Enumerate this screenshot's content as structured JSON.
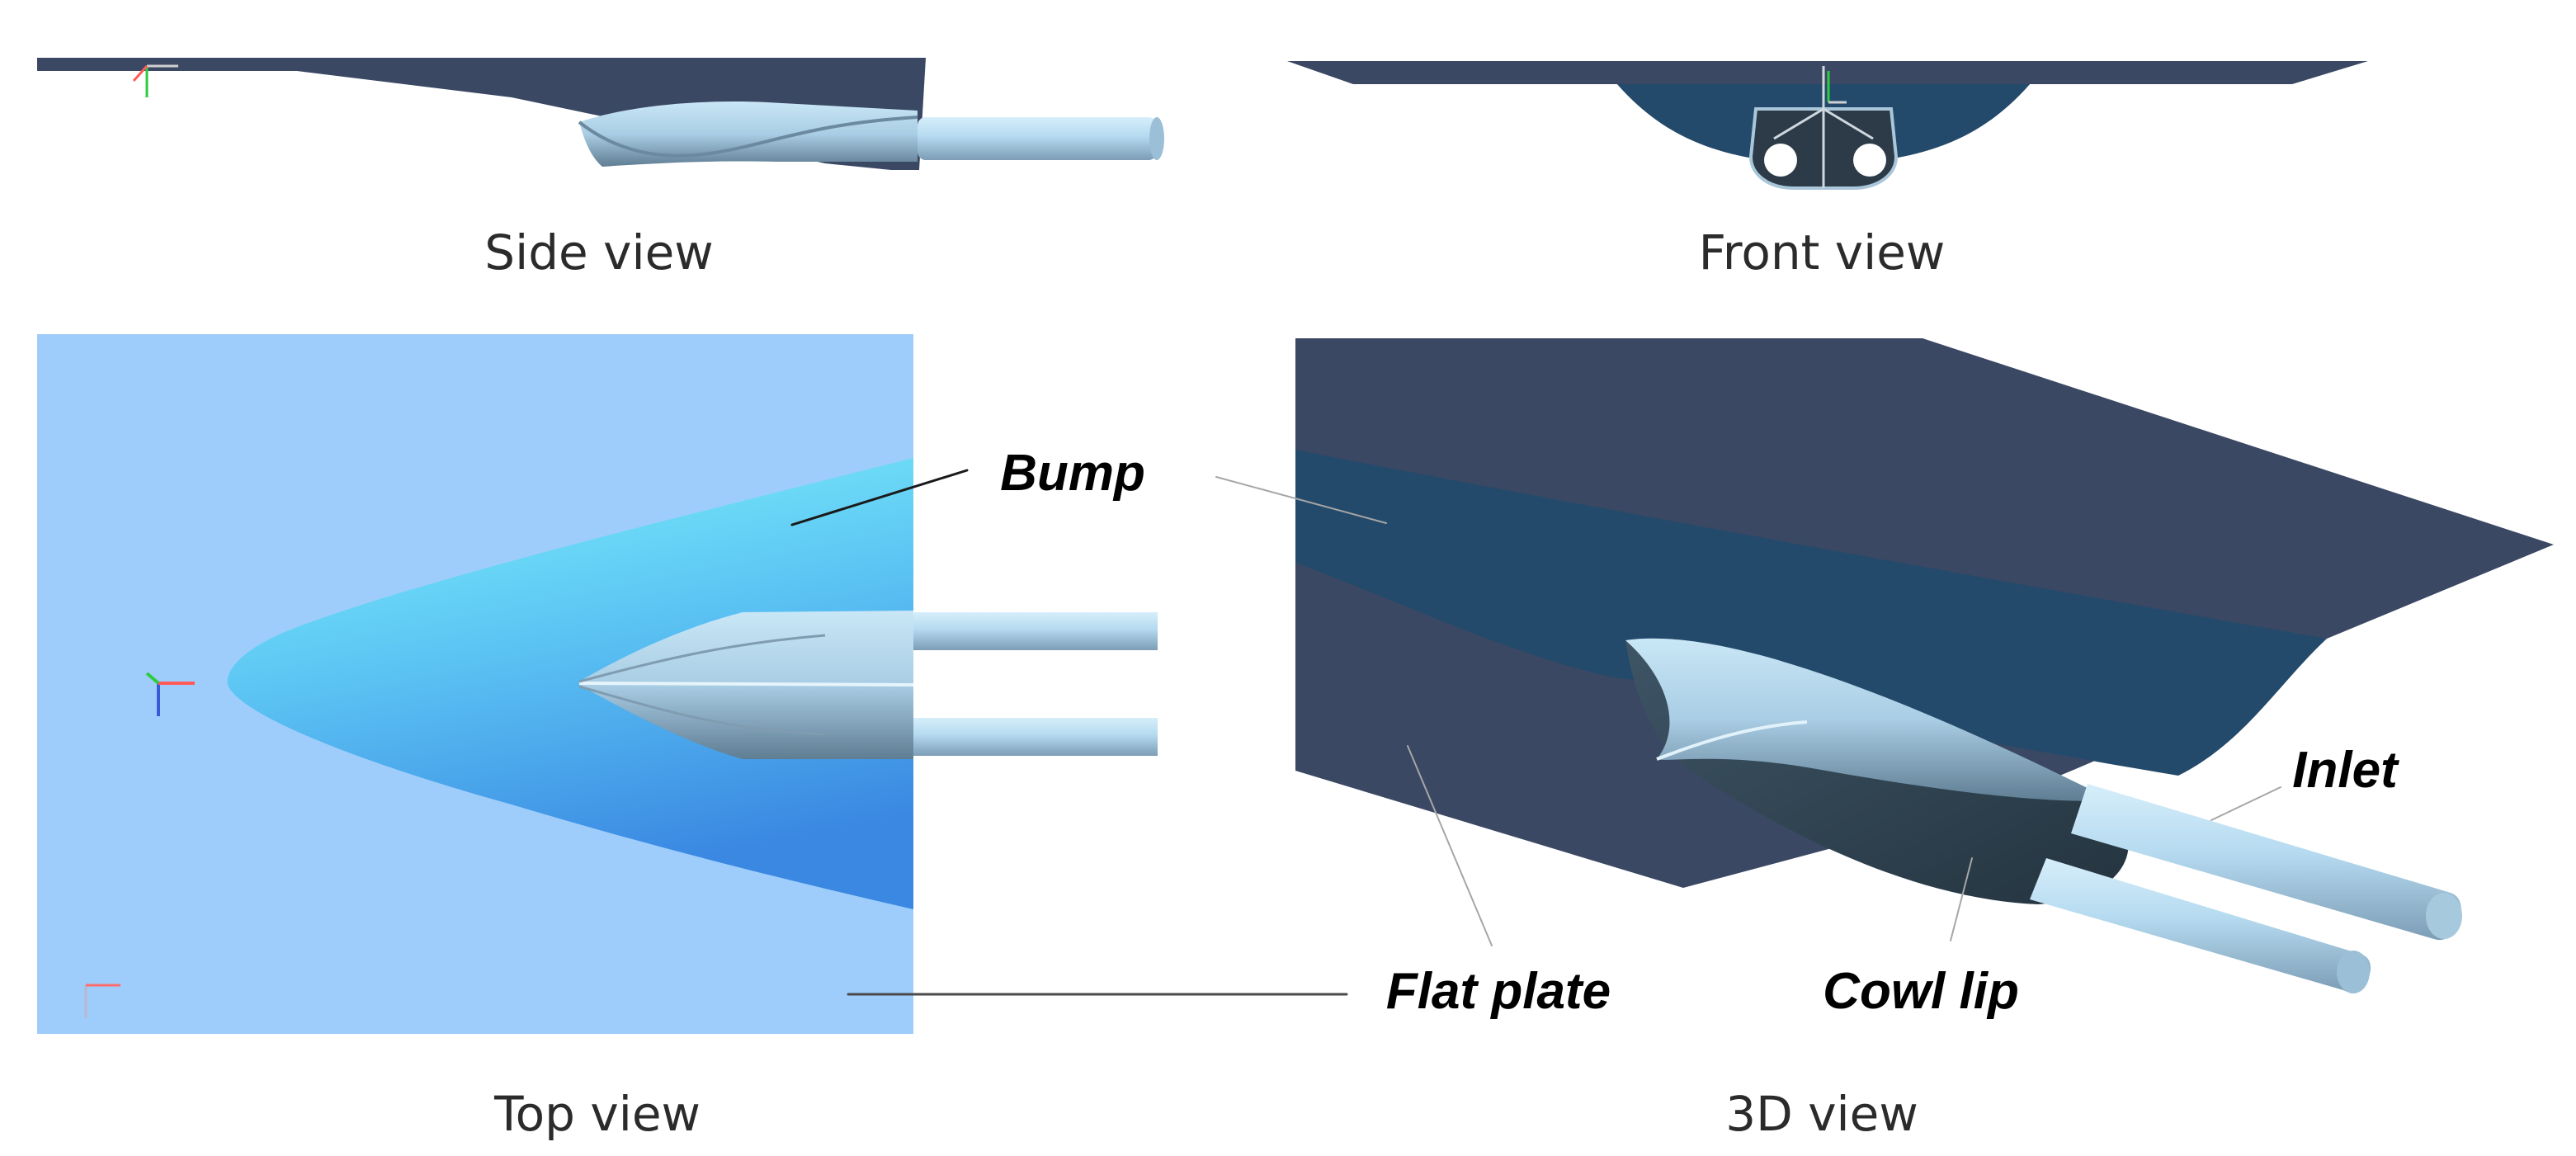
{
  "views": {
    "side": "Side view",
    "front": "Front view",
    "top": "Top view",
    "three_d": "3D view"
  },
  "callouts": {
    "bump": "Bump",
    "inlet": "Inlet",
    "flat_plate": "Flat plate",
    "cowl_lip": "Cowl lip"
  },
  "colors": {
    "plate_dark": "#3b4863",
    "bump_dark": "#244a6b",
    "plate_light_blue": "#9ecdfb",
    "bump_cyan": "#7ff3fb",
    "bump_blue": "#3d8ee6",
    "inlet_light": "#b5daf0",
    "inlet_shade": "#6f8da3"
  }
}
